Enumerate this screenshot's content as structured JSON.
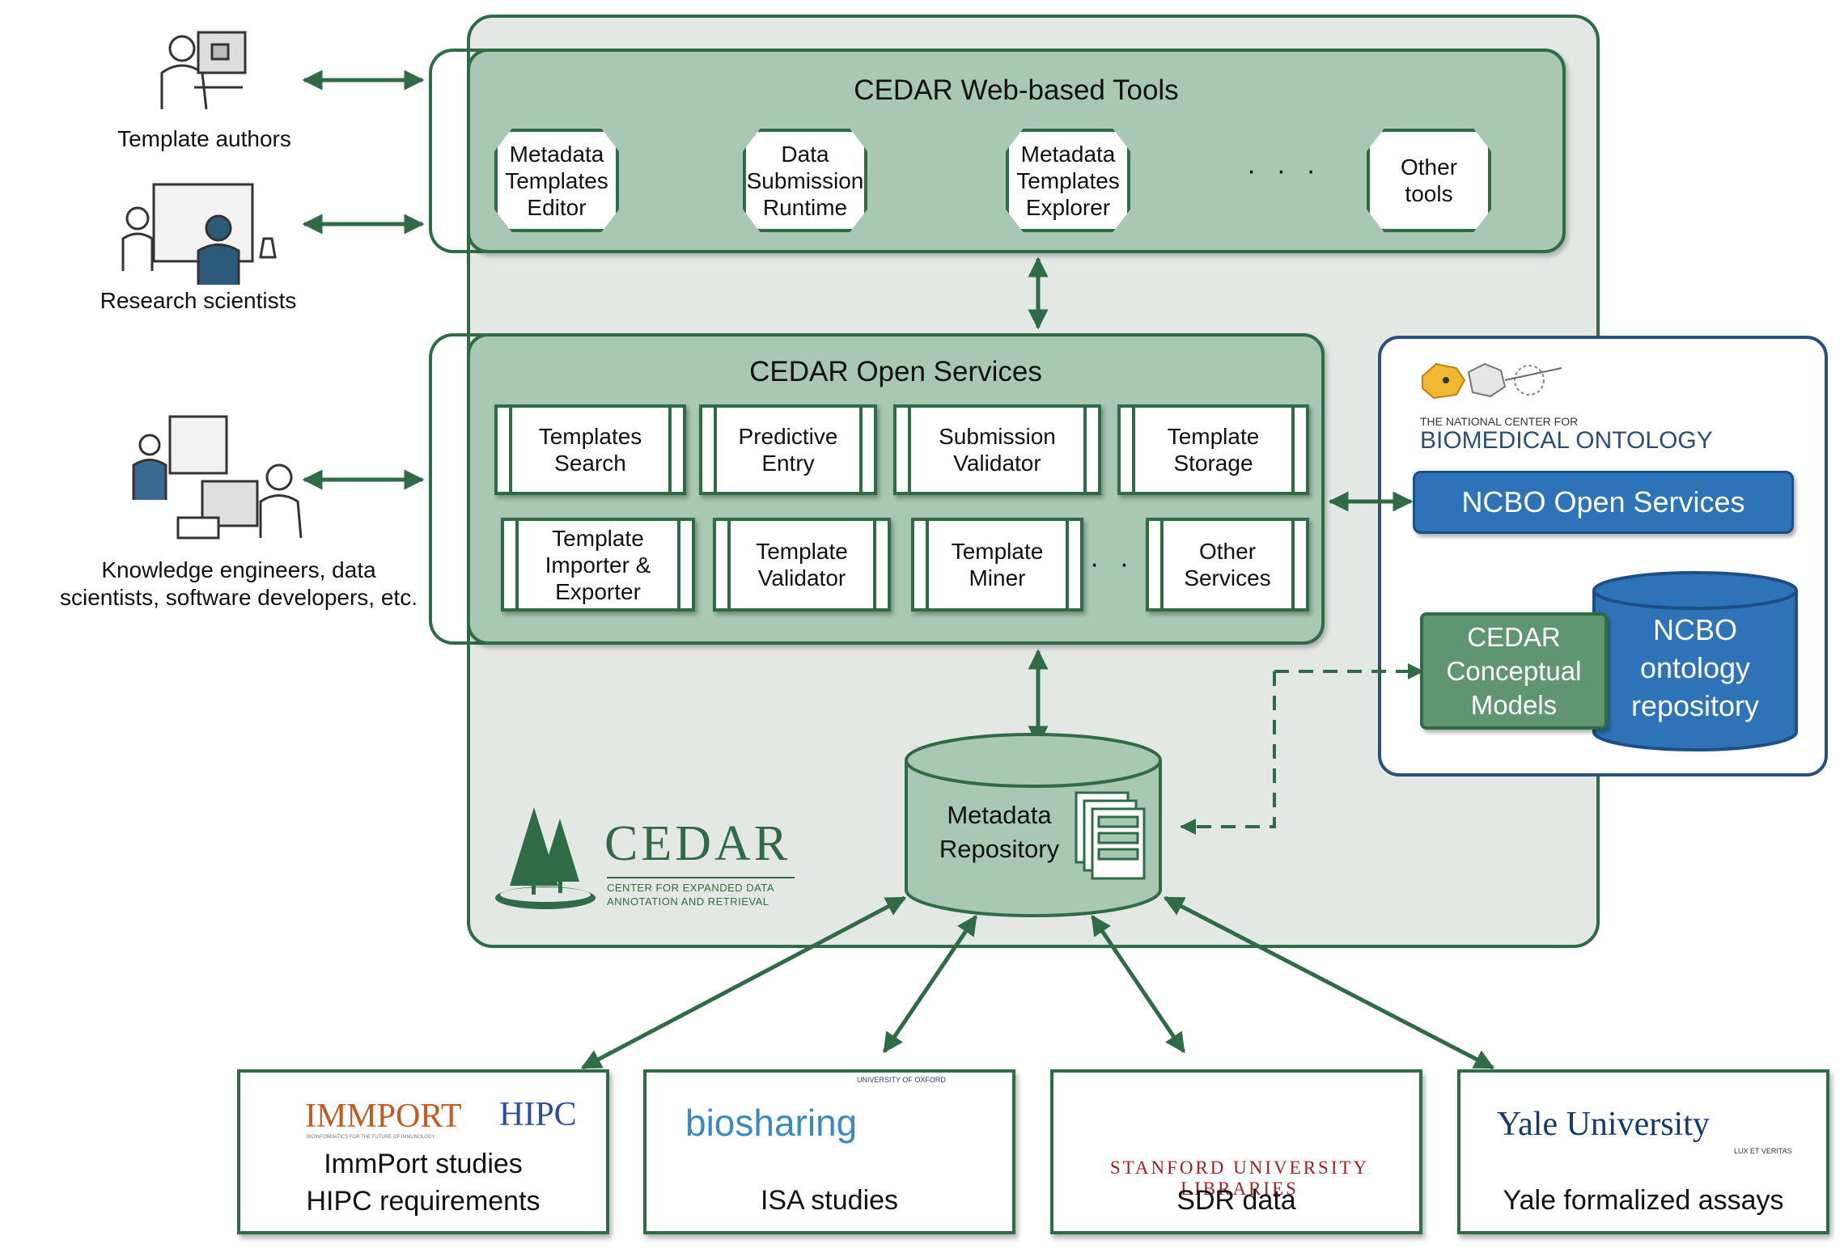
{
  "actors": [
    {
      "label": "Template authors"
    },
    {
      "label": "Research scientists"
    },
    {
      "label": "Knowledge engineers, data\nscientists, software developers, etc."
    }
  ],
  "web_tools": {
    "title": "CEDAR Web-based Tools",
    "items": [
      "Metadata\nTemplates\nEditor",
      "Data\nSubmission\nRuntime",
      "Metadata\nTemplates\nExplorer",
      "Other\ntools"
    ],
    "ellipsis": "· · ·"
  },
  "open_services": {
    "title": "CEDAR Open Services",
    "row1": [
      "Templates\nSearch",
      "Predictive\nEntry",
      "Submission\nValidator",
      "Template\nStorage"
    ],
    "row2": [
      "Template\nImporter &\nExporter",
      "Template\nValidator",
      "Template\nMiner",
      "Other\nServices"
    ],
    "ellipsis": "· · ·"
  },
  "metadata_repository": {
    "label": "Metadata\nRepository"
  },
  "cedar_logo": {
    "name": "CEDAR",
    "tagline_line1": "CENTER FOR EXPANDED DATA",
    "tagline_line2": "ANNOTATION AND RETRIEVAL"
  },
  "ncbo": {
    "logo_line1": "THE NATIONAL CENTER FOR",
    "logo_line2": "BIOMEDICAL ONTOLOGY",
    "open_services": "NCBO Open Services",
    "conceptual_models": "CEDAR\nConceptual\nModels",
    "repository": "NCBO\nontology\nrepository"
  },
  "sources": [
    {
      "logo1": "IMMPORT",
      "logo1_sub": "BIOINFORMATICS FOR THE FUTURE OF IMMUNOLOGY",
      "logo2": "HIPC",
      "label": "ImmPort studies\nHIPC requirements"
    },
    {
      "logo1": "biosharing",
      "logo2": "UNIVERSITY OF OXFORD",
      "label": "ISA studies"
    },
    {
      "logo1": "STANFORD UNIVERSITY LIBRARIES",
      "label": "SDR data"
    },
    {
      "logo1": "Yale University",
      "logo2": "LUX ET VERITAS",
      "label": "Yale formalized assays"
    }
  ],
  "colors": {
    "cedar_green": "#2f6b45",
    "layer_fill": "#a8c8b3",
    "container_fill": "#e3e8e5",
    "ncbo_blue": "#2e73b8",
    "ncbo_border": "#2b4e7a",
    "conceptual_fill": "#5f9571"
  }
}
